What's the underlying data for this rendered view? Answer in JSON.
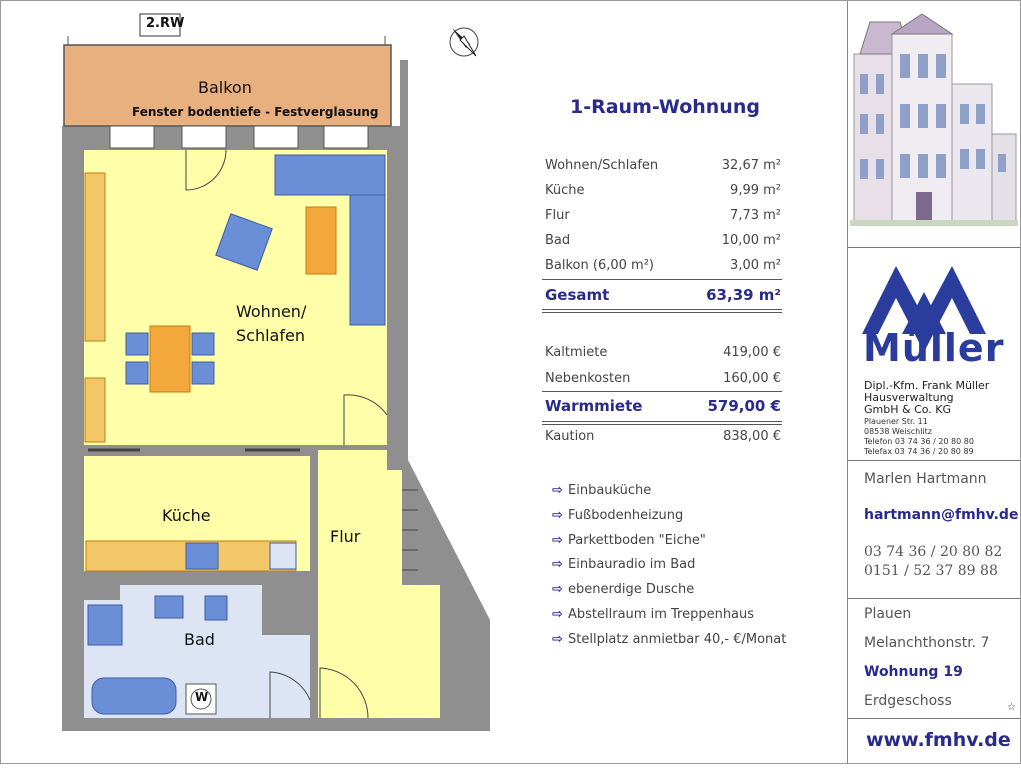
{
  "plan": {
    "orientation_label": "2.RW",
    "balcony_label": "Balkon",
    "balcony_sublabel": "Fenster bodentiefe - Festverglasung",
    "rooms": {
      "living": "Wohnen/\nSchlafen",
      "kitchen": "Küche",
      "hall": "Flur",
      "bath": "Bad",
      "washer_symbol": "W"
    }
  },
  "summary": {
    "title": "1-Raum-Wohnung",
    "areas": [
      {
        "label": "Wohnen/Schlafen",
        "value": "32,67 m²"
      },
      {
        "label": "Küche",
        "value": "9,99 m²"
      },
      {
        "label": "Flur",
        "value": "7,73 m²"
      },
      {
        "label": "Bad",
        "value": "10,00 m²"
      },
      {
        "label": "Balkon (6,00 m²)",
        "value": "3,00 m²"
      }
    ],
    "total": {
      "label": "Gesamt",
      "value": "63,39 m²"
    },
    "costs": [
      {
        "label": "Kaltmiete",
        "value": "419,00 €"
      },
      {
        "label": "Nebenkosten",
        "value": "160,00 €"
      }
    ],
    "warm": {
      "label": "Warmmiete",
      "value": "579,00 €"
    },
    "deposit": {
      "label": "Kaution",
      "value": "838,00 €"
    },
    "features": [
      "Einbauküche",
      "Fußbodenheizung",
      "Parkettboden \"Eiche\"",
      "Einbauradio im Bad",
      "ebenerdige Dusche",
      "Abstellraum im Treppenhaus",
      "Stellplatz anmietbar 40,- €/Monat"
    ]
  },
  "company": {
    "logo_text": "Müller",
    "lines": [
      "Dipl.-Kfm. Frank Müller",
      "Hausverwaltung",
      "GmbH & Co. KG"
    ],
    "address": [
      "Plauener Str. 11",
      "08538 Weischlitz",
      "Telefon  03 74 36 / 20 80 80",
      "Telefax 03 74 36 / 20 80 89"
    ]
  },
  "contact": {
    "name": "Marlen Hartmann",
    "email": "hartmann@fmhv.de",
    "phone1": "03 74 36 / 20 80 82",
    "phone2": "0151 / 52 37 89 88"
  },
  "location": {
    "city": "Plauen",
    "street": "Melanchthonstr. 7",
    "unit": "Wohnung 19",
    "floor": "Erdgeschoss"
  },
  "website": "www.fmhv.de",
  "colors": {
    "accent": "#2a2a8c",
    "balcony": "#e8b07f",
    "living": "#ffffaa",
    "bath": "#dde5f5",
    "wall": "#888888",
    "sofa": "#6b8fd6",
    "wood": "#f2a83a"
  }
}
